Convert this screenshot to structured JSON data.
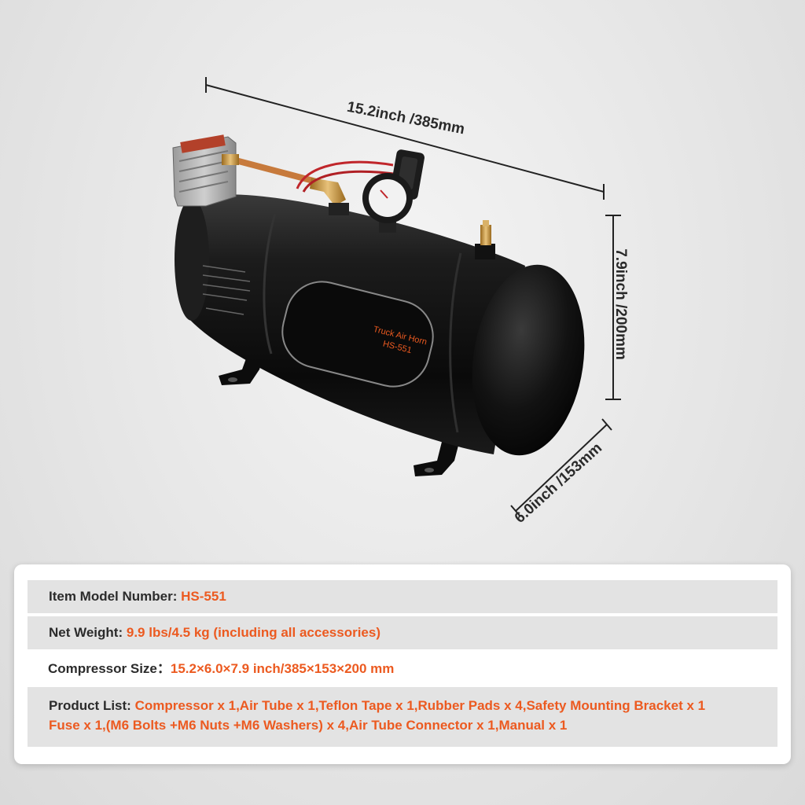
{
  "dimensions": {
    "length": "15.2inch /385mm",
    "height": "7.9inch /200mm",
    "width": "6.0inch /153mm"
  },
  "tank": {
    "label_line1": "Truck Air Horn",
    "label_line2": "HS-551"
  },
  "colors": {
    "accent": "#ec5a20",
    "tank_body": "#111111",
    "row_shade": "#e3e3e3"
  },
  "specs": {
    "model": {
      "label": "Item Model Number:",
      "value": "HS-551"
    },
    "weight": {
      "label": "Net Weight:",
      "value": "9.9 lbs/4.5 kg (including all accessories)"
    },
    "size": {
      "label": "Compressor Size：",
      "value": "15.2×6.0×7.9 inch/385×153×200 mm"
    },
    "list": {
      "label": "Product List:",
      "value_line1": "Compressor x 1,Air Tube x 1,Teflon Tape x 1,Rubber Pads x 4,Safety Mounting Bracket x 1",
      "value_line2": "Fuse x 1,(M6 Bolts +M6 Nuts +M6 Washers) x 4,Air Tube Connector x 1,Manual x 1"
    }
  }
}
